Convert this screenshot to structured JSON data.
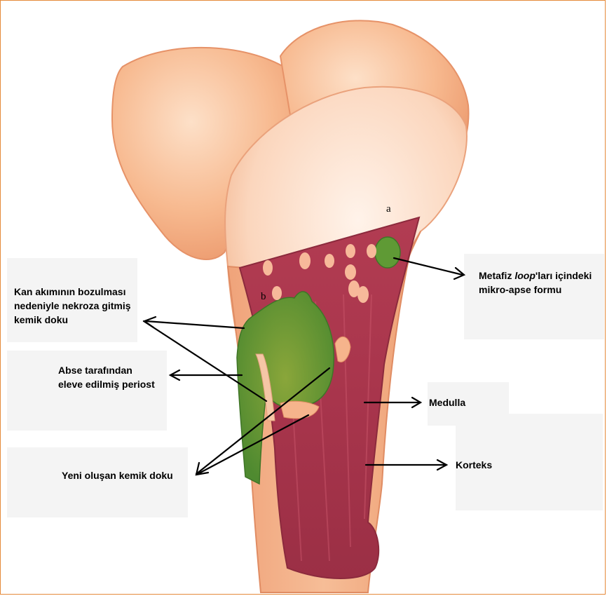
{
  "markers": {
    "a": "a",
    "b": "b"
  },
  "labels": {
    "necrosis": [
      "Kan akımının bozulması",
      "nedeniyle nekroza gitmiş",
      "kemik doku"
    ],
    "periosteum": [
      "Abse tarafından",
      "eleve edilmiş periost"
    ],
    "new_bone": "Yeni oluşan kemik doku",
    "micro_abscess": {
      "pre": "Metafiz ",
      "italic": "loop",
      "post": "'ları içindeki",
      "line2": "mikro-apse formu"
    },
    "medulla": "Medulla",
    "cortex": "Korteks"
  },
  "colors": {
    "frame": "#e58a3a",
    "medulla": "#a8354c",
    "abscess": "#5f9a35",
    "bone": "#f7b98f"
  }
}
